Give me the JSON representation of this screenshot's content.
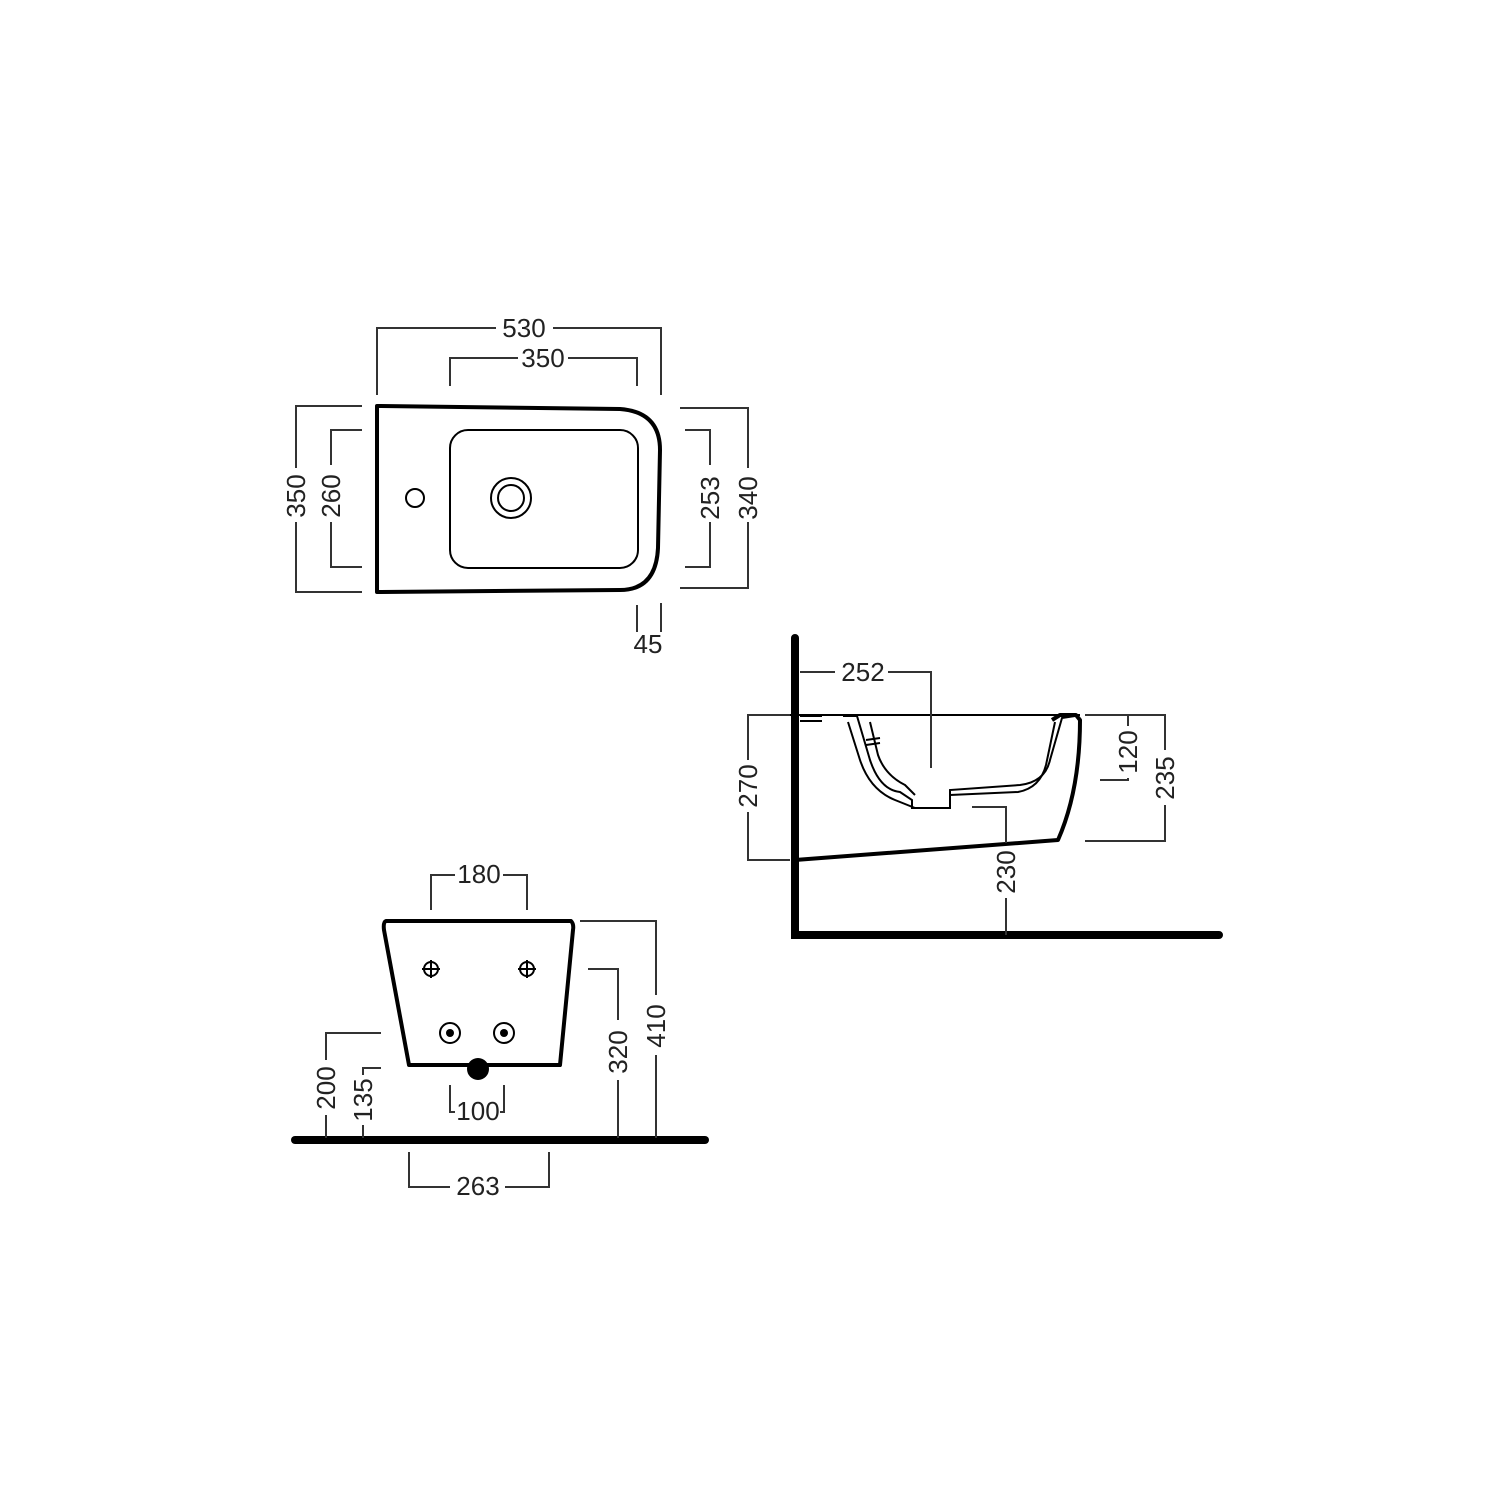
{
  "drawing": {
    "subject": "Wall-hung bidet technical drawing",
    "units": "mm",
    "line_color": "#000000",
    "background": "#ffffff"
  },
  "top_view": {
    "overall_length": "530",
    "bowl_length": "350",
    "overall_width_left": "350",
    "bowl_width_left": "260",
    "bowl_width_right": "253",
    "overall_width_right": "340",
    "rim_offset": "45"
  },
  "side_view": {
    "wall_to_drain": "252",
    "overall_height": "270",
    "bowl_depth": "120",
    "front_height": "235",
    "floor_to_bottom": "230"
  },
  "rear_view": {
    "fixing_spacing_top": "180",
    "fixing_height_top": "410",
    "fixing_height_mid": "320",
    "inlet_height": "200",
    "waste_height": "135",
    "inlet_spacing": "100",
    "bottom_width": "263"
  }
}
